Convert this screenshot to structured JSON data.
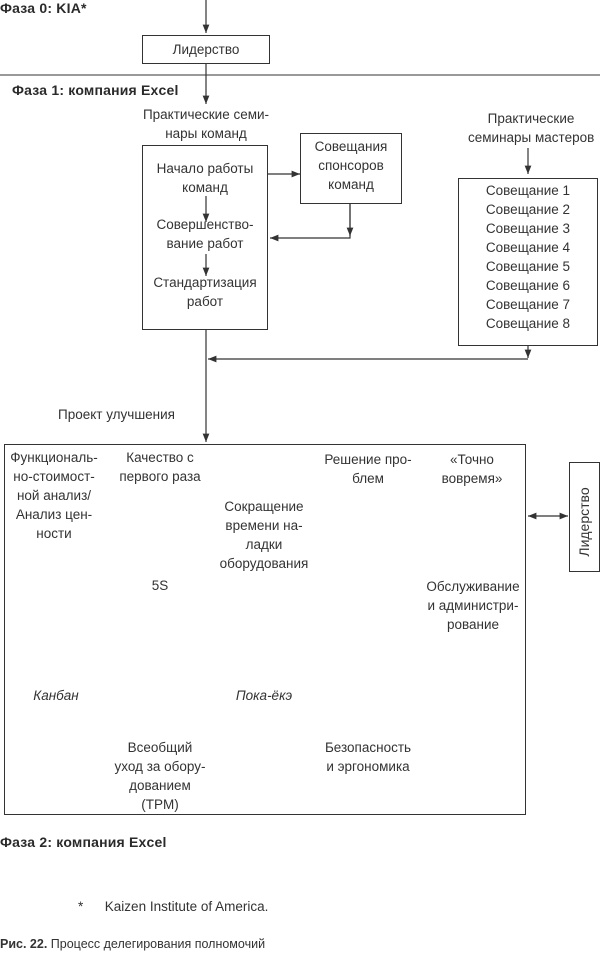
{
  "phases": {
    "phase0": "Фаза 0: KIA*",
    "phase1": "Фаза 1: компания Excel",
    "phase2": "Фаза 2: компания Excel"
  },
  "leadership_top": "Лидерство",
  "team_seminars": {
    "title": [
      "Практические семи-",
      "нары команд"
    ],
    "steps": [
      [
        "Начало работы",
        "команд"
      ],
      [
        "Совершенство-",
        "вание работ"
      ],
      [
        "Стандартизация",
        "работ"
      ]
    ]
  },
  "sponsor_meetings": [
    "Совещания",
    "спонсоров",
    "команд"
  ],
  "master_seminars": {
    "title": [
      "Практические",
      "семинары мастеров"
    ],
    "meetings": [
      "Совещание 1",
      "Совещание 2",
      "Совещание 3",
      "Совещание 4",
      "Совещание 5",
      "Совещание 6",
      "Совещание 7",
      "Совещание 8"
    ]
  },
  "improvement_project": "Проект улучшения",
  "methods": {
    "vea": [
      "Функциональ-",
      "но-стоимост-",
      "ной анализ/",
      "Анализ цен-",
      "ности"
    ],
    "quality": [
      "Качество с",
      "первого раза"
    ],
    "setup": [
      "Сокращение",
      "времени на-",
      "ладки",
      "оборудования"
    ],
    "problem": [
      "Решение про-",
      "блем"
    ],
    "jit": [
      "«Точно",
      "вовремя»"
    ],
    "five_s": "5S",
    "service": [
      "Обслуживание",
      "и администри-",
      "рование"
    ],
    "kanban": "Канбан",
    "pokayoke": "Пока-ёкэ",
    "tpm": [
      "Всеобщий",
      "уход за обору-",
      "дованием",
      "(TPM)"
    ],
    "safety": [
      "Безопасность",
      "и эргономика"
    ]
  },
  "leadership_side": "Лидерство",
  "footnote": {
    "mark": "*",
    "text": "Kaizen Institute of America."
  },
  "caption": {
    "label": "Рис. 22.",
    "text": "Процесс делегирования полномочий"
  }
}
